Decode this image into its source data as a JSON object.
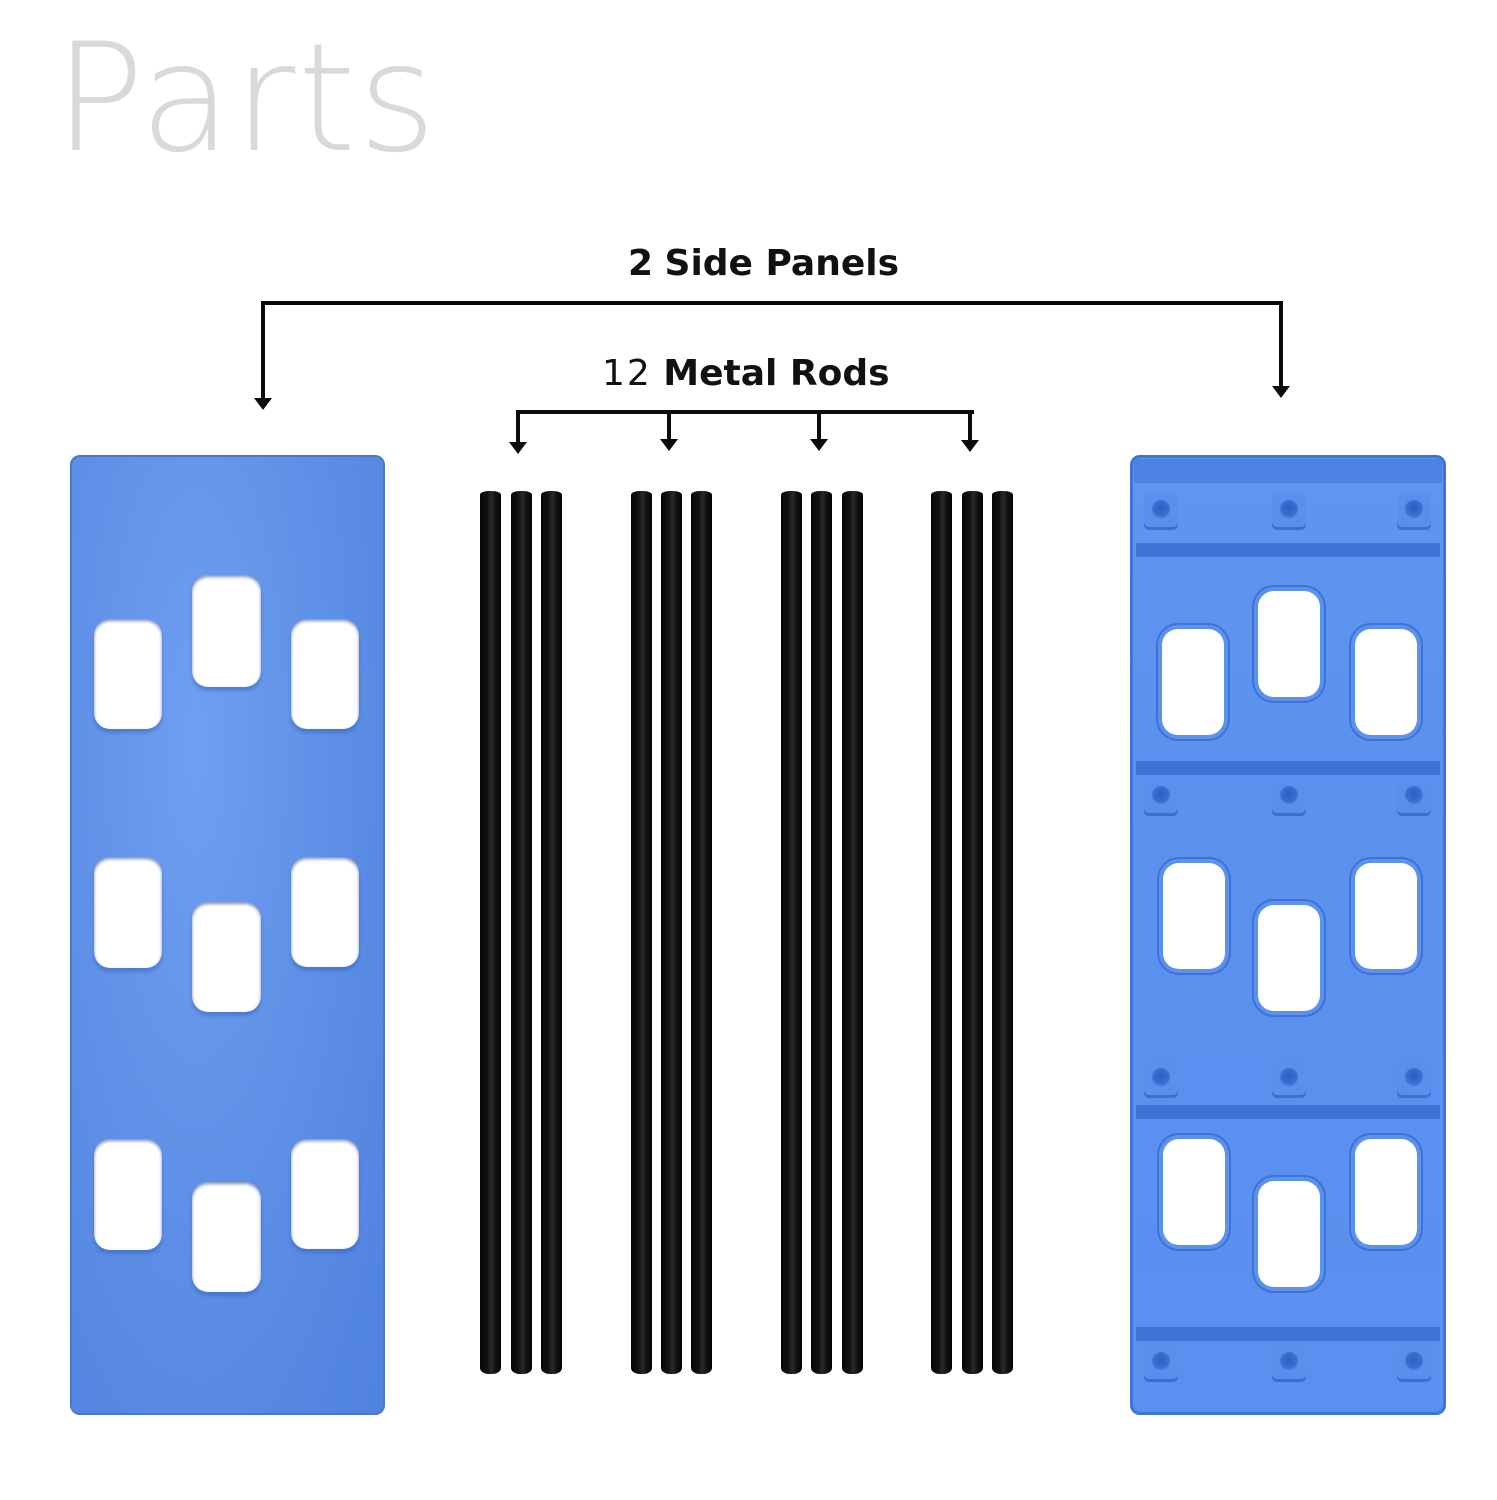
{
  "title": "Parts",
  "labels": {
    "side_panels": {
      "count": "2",
      "text": "Side Panels"
    },
    "metal_rods": {
      "count": "12",
      "text": "Metal Rods"
    }
  },
  "colors": {
    "panel_blue": "#5c8ee6",
    "rod_black": "#0a0a0a",
    "title_gray": "#d9d9d9",
    "label_text": "#111111"
  },
  "parts": [
    {
      "name": "Side Panel (front view)",
      "holes": 9
    },
    {
      "name": "Side Panel (back view)",
      "holes": 9,
      "mount_bosses": 12
    },
    {
      "name": "Metal Rods",
      "groups": 4,
      "per_group": 3
    }
  ]
}
